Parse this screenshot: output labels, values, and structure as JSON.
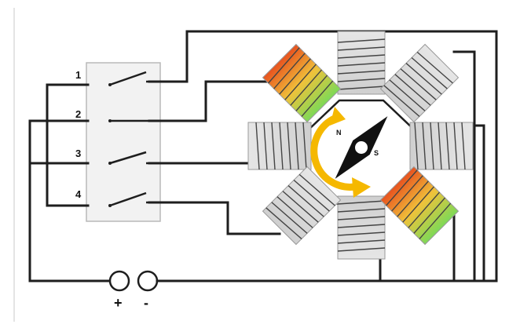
{
  "switches": [
    {
      "label": "1"
    },
    {
      "label": "2"
    },
    {
      "label": "3"
    },
    {
      "label": "4"
    }
  ],
  "battery": {
    "plus": "+",
    "minus": "-"
  },
  "rotor": {
    "north": "N",
    "south": "S",
    "color": "#111111"
  },
  "coils": [
    {
      "position": "top",
      "energized": false
    },
    {
      "position": "upper-left",
      "energized": true
    },
    {
      "position": "upper-right",
      "energized": false
    },
    {
      "position": "left",
      "energized": false
    },
    {
      "position": "right",
      "energized": false
    },
    {
      "position": "lower-left",
      "energized": false
    },
    {
      "position": "lower-right",
      "energized": true
    },
    {
      "position": "bottom",
      "energized": false
    }
  ],
  "colors": {
    "wire": "#1e1e1e",
    "coil": "#d3d3d3",
    "energized_from": "#e8531f",
    "energized_to": "#7ed957",
    "arrow": "#f5b800",
    "switch_box": "#b9b9b9"
  }
}
